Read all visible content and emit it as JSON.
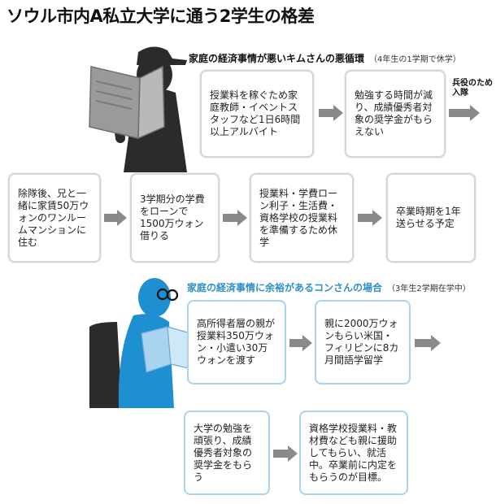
{
  "title": "ソウル市内A私立大学に通う2学生の格差",
  "section1": {
    "heading": "家庭の経済事情が悪いキムさんの悪循環",
    "note": "（4年生の1学期で休学）",
    "steps": [
      "授業料を稼ぐため家庭教師・イベントスタッフなど1日6時間以上アルバイト",
      "勉強する時間が減り、成績優秀者対象の奨学金がもらえない",
      "除隊後、兄と一緒に家賃50万ウォンのワンルームマンションに住む",
      "3学期分の学費をローンで1500万ウォン借りる",
      "授業料・学費ローン利子・生活費・資格学校の授業料を準備するため休学",
      "卒業時期を1年送らせる予定"
    ],
    "end_label": "兵役のため入隊"
  },
  "section2": {
    "heading": "家庭の経済事情に余裕があるコンさんの場合",
    "note": "（3年生2学期在学中）",
    "steps": [
      "高所得者層の親が授業料350万ウォン・小遣い30万ウォンを渡す",
      "親に2000万ウォンもらい米国・フィリピンに8カ月間語学留学",
      "大学の勉強を頑張り、成績優秀者対象の奨学金をもらう",
      "資格学校授業料・教材費なども親に援助してもらい、就活中。卒業前に内定をもらうのが目標。"
    ]
  },
  "colors": {
    "accent_blue": "#2f8fc7",
    "light_blue": "#a9d3ee",
    "arrow_gray": "#8a8a8a",
    "figure_dark": "#2b2b2b",
    "figure_blue": "#1e8fd0"
  },
  "icons": {
    "figure1": "person-with-newspaper-icon",
    "figure2": "person-reading-book-icon"
  }
}
